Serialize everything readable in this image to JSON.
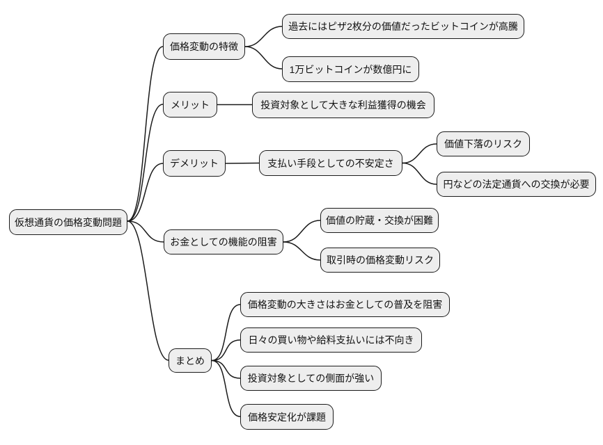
{
  "colors": {
    "background": "#ffffff",
    "node_fill": "#eeeeee",
    "node_border": "#1a1a1a",
    "edge": "#1a1a1a",
    "text": "#111111"
  },
  "mindmap": {
    "root": {
      "label": "仮想通貨の価格変動問題"
    },
    "branches": [
      {
        "label": "価格変動の特徴",
        "children": [
          {
            "label": "過去にはピザ2枚分の価値だったビットコインが高騰"
          },
          {
            "label": "1万ビットコインが数億円に"
          }
        ]
      },
      {
        "label": "メリット",
        "children": [
          {
            "label": "投資対象として大きな利益獲得の機会"
          }
        ]
      },
      {
        "label": "デメリット",
        "children": [
          {
            "label": "支払い手段としての不安定さ",
            "children": [
              {
                "label": "価値下落のリスク"
              },
              {
                "label": "円などの法定通貨への交換が必要"
              }
            ]
          }
        ]
      },
      {
        "label": "お金としての機能の阻害",
        "children": [
          {
            "label": "価値の貯蔵・交換が困難"
          },
          {
            "label": "取引時の価格変動リスク"
          }
        ]
      },
      {
        "label": "まとめ",
        "children": [
          {
            "label": "価格変動の大きさはお金としての普及を阻害"
          },
          {
            "label": "日々の買い物や給料支払いには不向き"
          },
          {
            "label": "投資対象としての側面が強い"
          },
          {
            "label": "価格安定化が課題"
          }
        ]
      }
    ]
  }
}
